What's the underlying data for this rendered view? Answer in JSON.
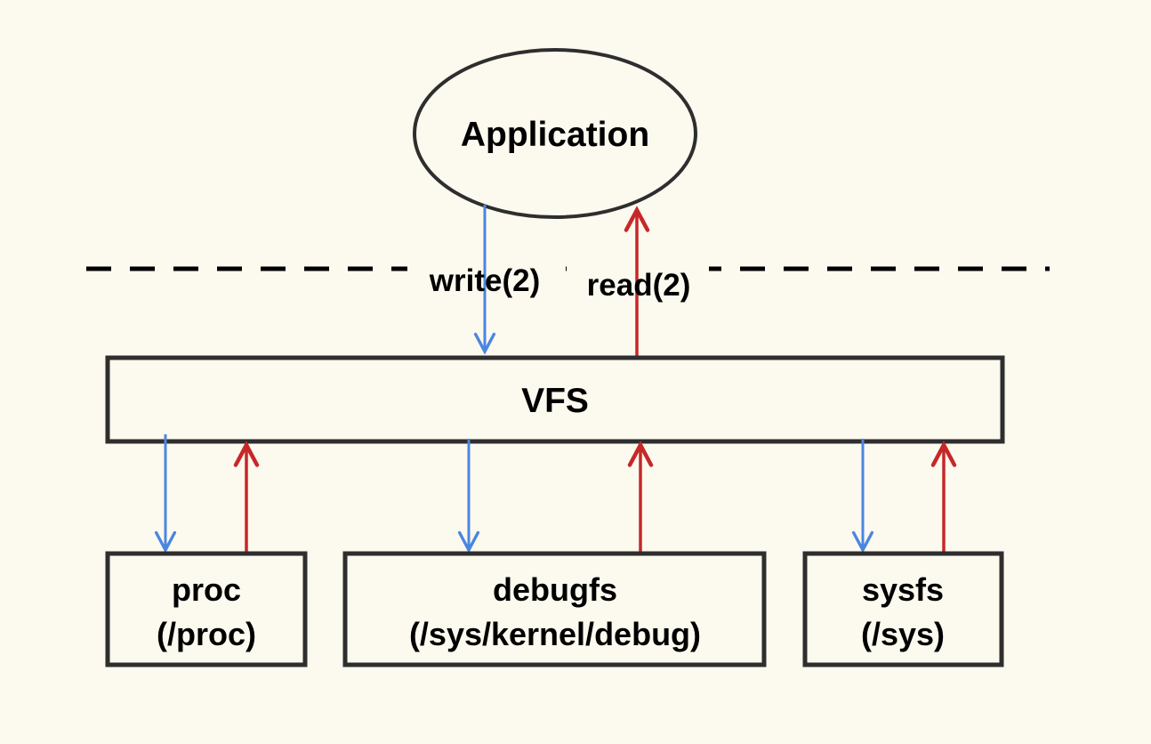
{
  "nodes": {
    "application": {
      "label": "Application"
    },
    "vfs": {
      "label": "VFS"
    },
    "proc": {
      "line1": "proc",
      "line2": "(/proc)"
    },
    "debugfs": {
      "line1": "debugfs",
      "line2": "(/sys/kernel/debug)"
    },
    "sysfs": {
      "line1": "sysfs",
      "line2": "(/sys)"
    }
  },
  "edges": {
    "write_label": "write(2)",
    "read_label": "read(2)"
  },
  "colors": {
    "background": "#fcf9ef",
    "write_arrow": "#4a86e0",
    "read_arrow": "#c62828",
    "outline": "#2e2e2e",
    "boundary": "#000000"
  }
}
